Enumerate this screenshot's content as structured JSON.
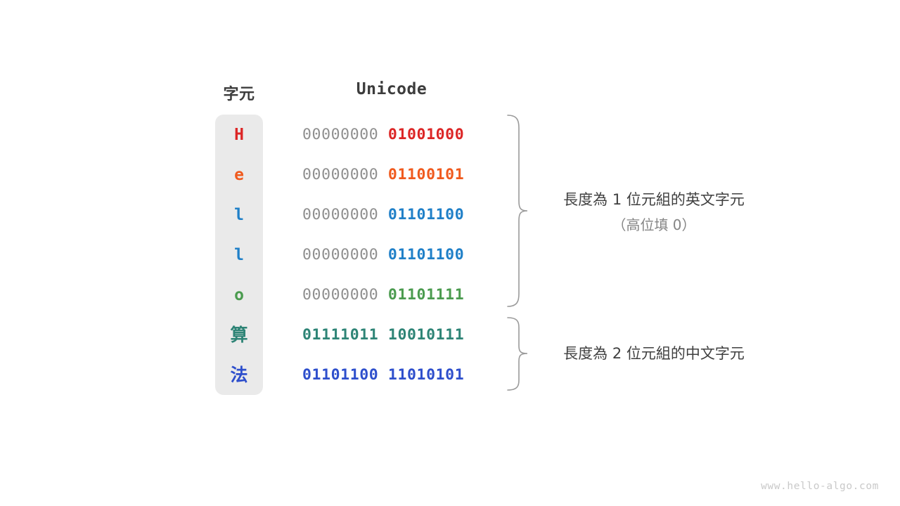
{
  "figure": {
    "headers": {
      "character": "字元",
      "unicode": "Unicode"
    },
    "rows": [
      {
        "char": "H",
        "is_cjk": false,
        "color": "#DC2626",
        "pad": "00000000 ",
        "bits": "01001000",
        "bits_full": "00000000 01001000"
      },
      {
        "char": "e",
        "is_cjk": false,
        "color": "#F05A1E",
        "pad": "00000000 ",
        "bits": "01100101",
        "bits_full": "00000000 01100101"
      },
      {
        "char": "l",
        "is_cjk": false,
        "color": "#2080C8",
        "pad": "00000000 ",
        "bits": "01101100",
        "bits_full": "00000000 01101100"
      },
      {
        "char": "l",
        "is_cjk": false,
        "color": "#2080C8",
        "pad": "00000000 ",
        "bits": "01101100",
        "bits_full": "00000000 01101100"
      },
      {
        "char": "o",
        "is_cjk": false,
        "color": "#4B9B4F",
        "pad": "00000000 ",
        "bits": "01101111",
        "bits_full": "00000000 01101111"
      },
      {
        "char": "算",
        "is_cjk": true,
        "color": "#2E8476",
        "pad": "",
        "bits": "01111011 10010111",
        "bits_full": "01111011 10010111"
      },
      {
        "char": "法",
        "is_cjk": true,
        "color": "#2E4FCC",
        "pad": "",
        "bits": "01101100 11010101",
        "bits_full": "01101100 11010101"
      }
    ],
    "annotations": [
      {
        "text": "長度為 1 位元組的英文字元",
        "note": "（高位填 0）"
      },
      {
        "text": "長度為 2 位元組的中文字元",
        "note": ""
      }
    ],
    "watermark": "www.hello-algo.com",
    "palette": {
      "column_background": "#eaeaea",
      "padding_bits": "#8f8f8f",
      "brace_stroke": "#9a9a9a",
      "header_text": "#3c3c3c",
      "annotation_text": "#3f3f3f",
      "annotation_note": "#858585",
      "watermark": "#c9c9c9",
      "page_background": "#ffffff"
    }
  }
}
